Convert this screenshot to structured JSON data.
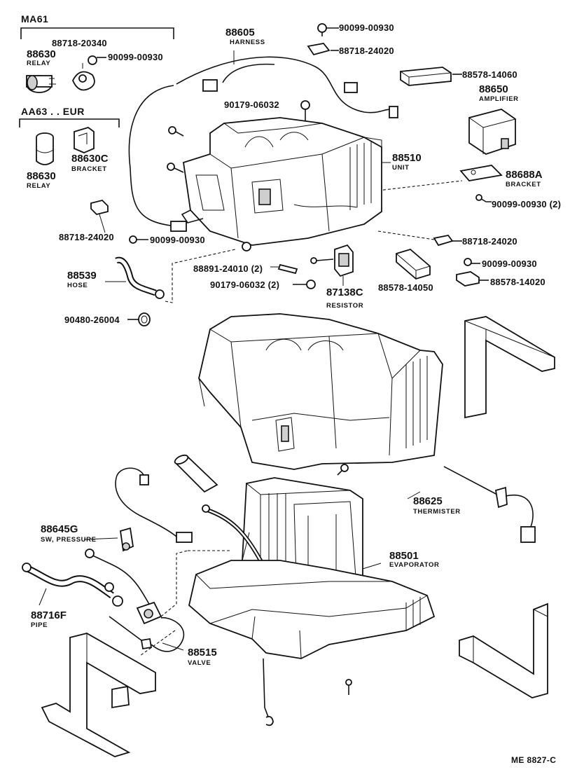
{
  "groups": {
    "ma61": "MA61",
    "aa63": "AA63 . . EUR"
  },
  "parts": [
    {
      "id": "88718-20340",
      "num": "88718-20340",
      "name": ""
    },
    {
      "id": "88630-a",
      "num": "88630",
      "name": "RELAY"
    },
    {
      "id": "90099-00930-a",
      "num": "90099-00930",
      "name": ""
    },
    {
      "id": "88630c",
      "num": "88630C",
      "name": "BRACKET"
    },
    {
      "id": "88630-b",
      "num": "88630",
      "name": "RELAY"
    },
    {
      "id": "88605",
      "num": "88605",
      "name": "HARNESS"
    },
    {
      "id": "90099-00930-top",
      "num": "90099-00930",
      "name": ""
    },
    {
      "id": "88718-24020-top",
      "num": "88718-24020",
      "name": ""
    },
    {
      "id": "88578-14060",
      "num": "88578-14060",
      "name": ""
    },
    {
      "id": "88650",
      "num": "88650",
      "name": "AMPLIFIER"
    },
    {
      "id": "90179-06032",
      "num": "90179-06032",
      "name": ""
    },
    {
      "id": "88510",
      "num": "88510",
      "name": "UNIT"
    },
    {
      "id": "88688a",
      "num": "88688A",
      "name": "BRACKET"
    },
    {
      "id": "90099-00930-2",
      "num": "90099-00930 (2)",
      "name": ""
    },
    {
      "id": "88718-24020-left",
      "num": "88718-24020",
      "name": ""
    },
    {
      "id": "90099-00930-mid",
      "num": "90099-00930",
      "name": ""
    },
    {
      "id": "88718-24020-right",
      "num": "88718-24020",
      "name": ""
    },
    {
      "id": "88539",
      "num": "88539",
      "name": "HOSE"
    },
    {
      "id": "88891-24010",
      "num": "88891-24010 (2)",
      "name": ""
    },
    {
      "id": "90179-06032-2",
      "num": "90179-06032 (2)",
      "name": ""
    },
    {
      "id": "87138c",
      "num": "87138C",
      "name": "RESISTOR"
    },
    {
      "id": "88578-14050",
      "num": "88578-14050",
      "name": ""
    },
    {
      "id": "90099-00930-r",
      "num": "90099-00930",
      "name": ""
    },
    {
      "id": "88578-14020",
      "num": "88578-14020",
      "name": ""
    },
    {
      "id": "90480-26004",
      "num": "90480-26004",
      "name": ""
    },
    {
      "id": "88625",
      "num": "88625",
      "name": "THERMISTER"
    },
    {
      "id": "88645g",
      "num": "88645G",
      "name": "SW, PRESSURE"
    },
    {
      "id": "88501",
      "num": "88501",
      "name": "EVAPORATOR"
    },
    {
      "id": "88716f",
      "num": "88716F",
      "name": "PIPE"
    },
    {
      "id": "88515",
      "num": "88515",
      "name": "VALVE"
    }
  ],
  "reference": "ME  8827-C"
}
